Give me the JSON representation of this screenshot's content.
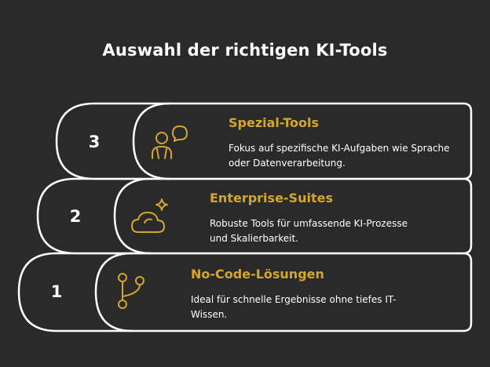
{
  "title": "Auswahl der richtigen KI-Tools",
  "colors": {
    "background": "#2a2a2a",
    "outline": "#ffffff",
    "accent": "#d4a72c"
  },
  "steps": [
    {
      "number": "3",
      "title": "Spezial-Tools",
      "description": "Fokus auf spezifische KI-Aufgaben wie Sprache oder Datenverarbeitung.",
      "icon": "person-with-speech-bubble-icon"
    },
    {
      "number": "2",
      "title": "Enterprise-Suites",
      "description": "Robuste Tools für umfassende KI-Prozesse und Skalierbarkeit.",
      "icon": "cloud-sparkle-icon"
    },
    {
      "number": "1",
      "title": "No-Code-Lösungen",
      "description": "Ideal für schnelle Ergebnisse ohne tiefes IT-Wissen.",
      "icon": "branch-icon"
    }
  ]
}
